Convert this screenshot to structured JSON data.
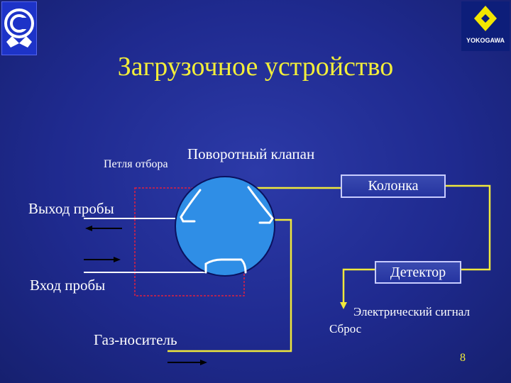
{
  "title": "Загрузочное устройство",
  "labels": {
    "sample_loop": "Петля отбора",
    "rotary_valve": "Поворотный клапан",
    "column": "Колонка",
    "sample_out": "Выход пробы",
    "sample_in": "Вход пробы",
    "detector": "Детектор",
    "electric_signal": "Электрический сигнал",
    "vent": "Сброс",
    "carrier_gas": "Газ-носитель"
  },
  "logos": {
    "left": "c-emblem-logo",
    "right": "YOKOGAWA"
  },
  "page_number": "8",
  "colors": {
    "background": "#1f2a8f",
    "title": "#f3ee3a",
    "lines": "#f0e83c",
    "loop": "#e02040",
    "valve": "#2f8ee6",
    "page_number": "#f3ee3a"
  }
}
